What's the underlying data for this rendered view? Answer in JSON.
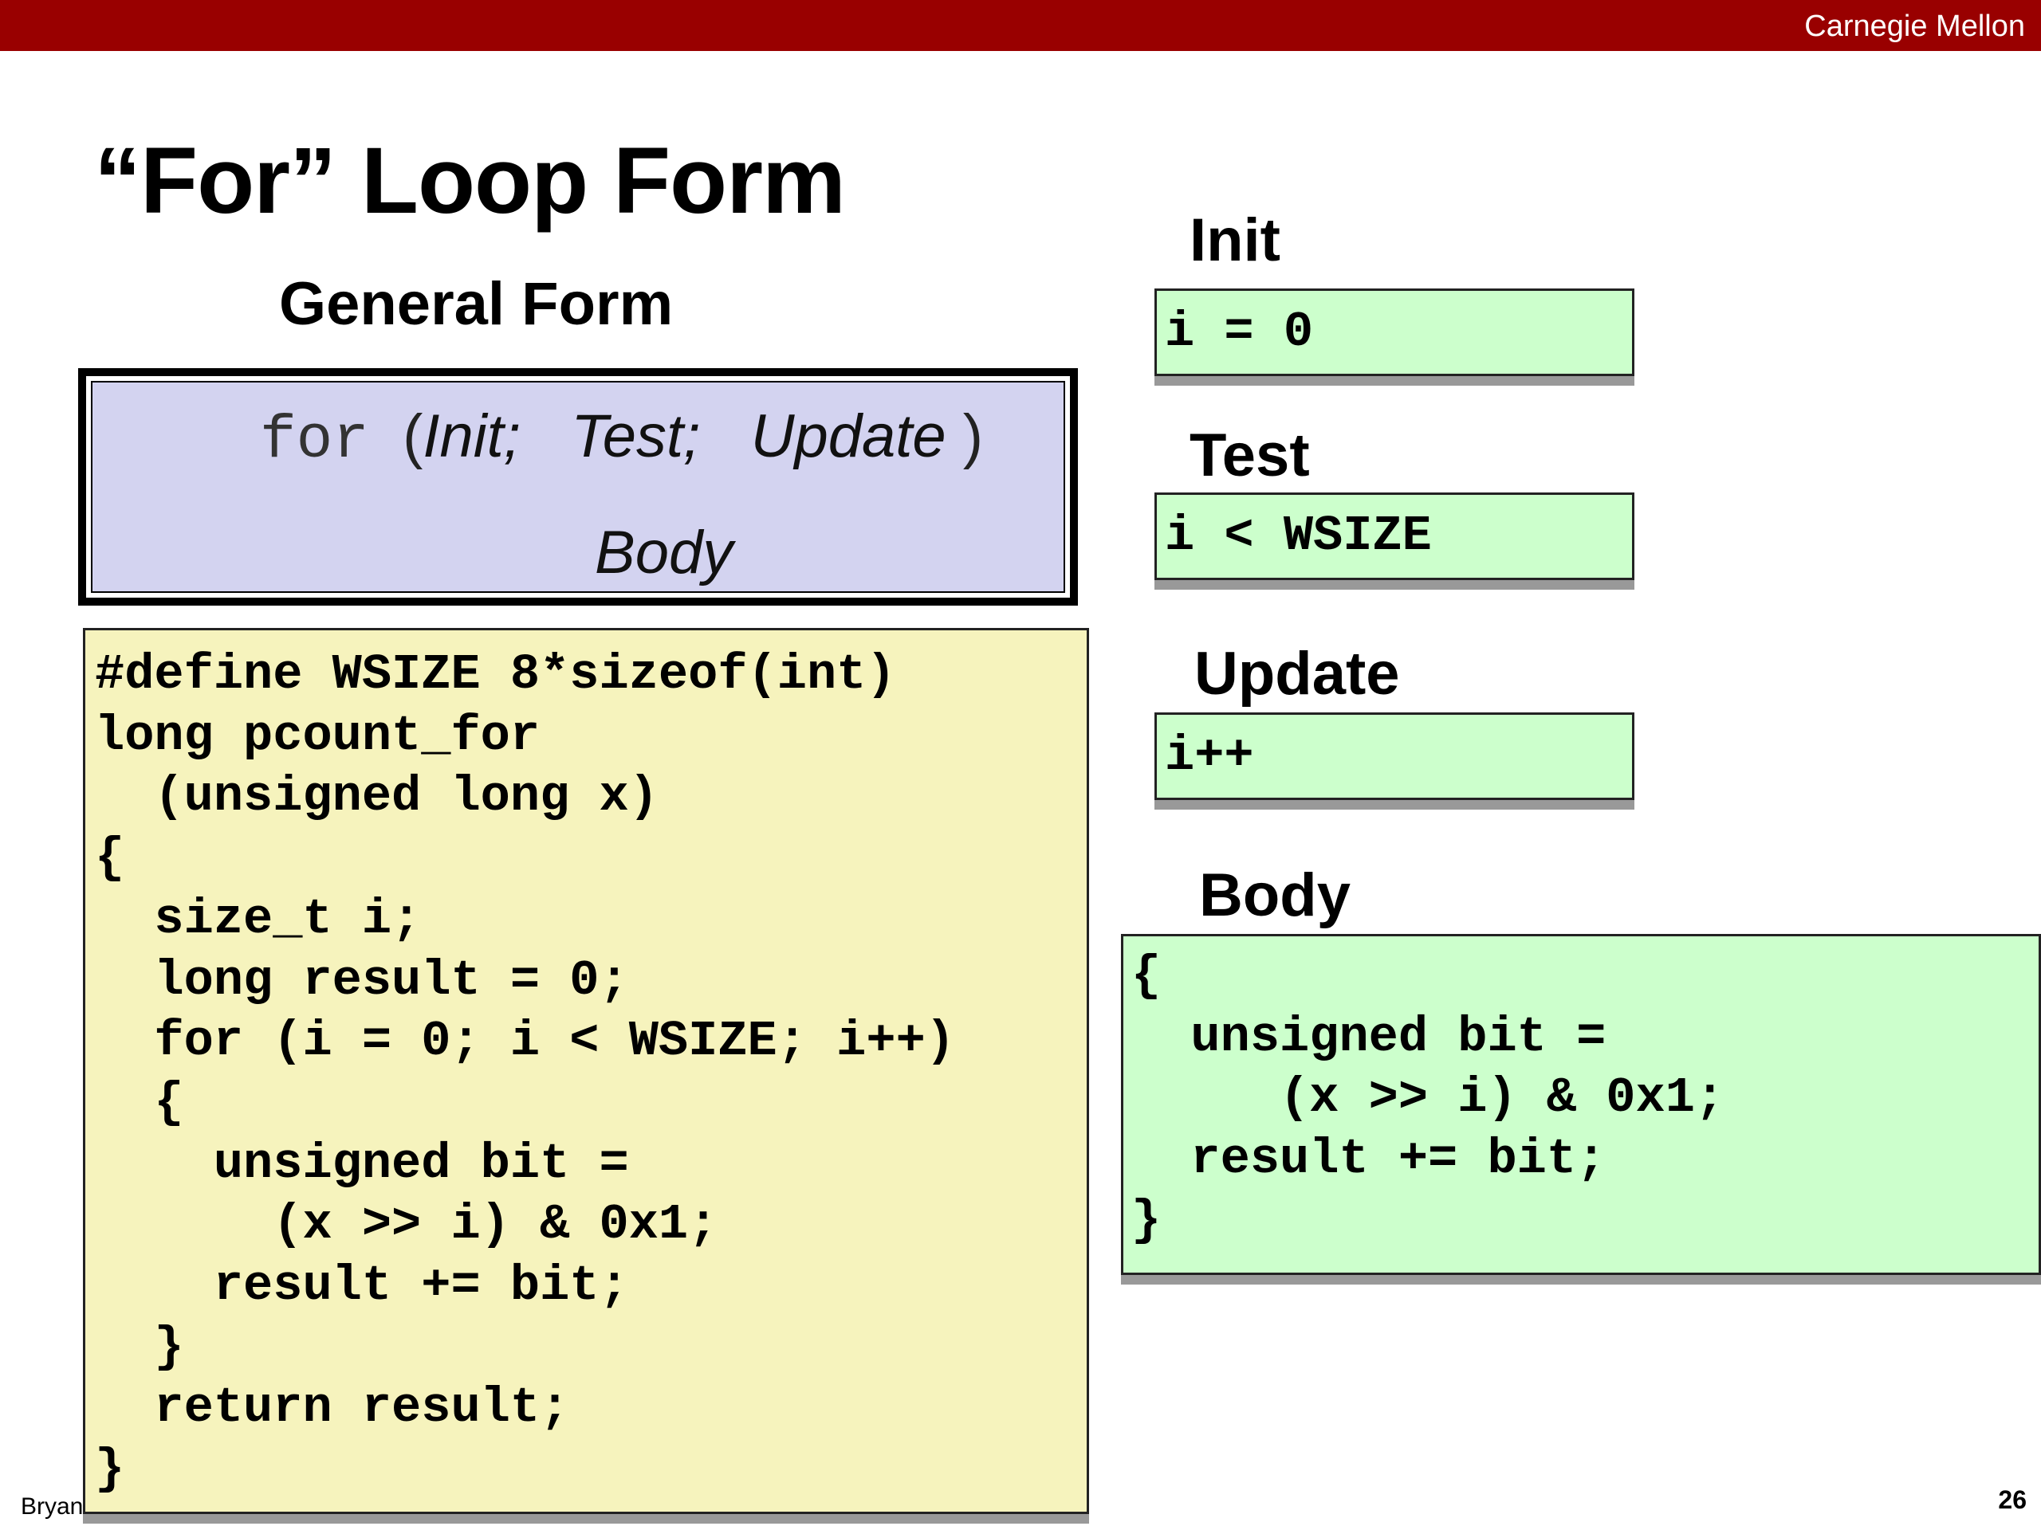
{
  "header": {
    "brand": "Carnegie Mellon",
    "banner_color": "#990000"
  },
  "slide": {
    "title": "“For” Loop Form",
    "subtitle": "General Form",
    "page_number": "26",
    "footer_fragment": "Bryan"
  },
  "general_form": {
    "keyword": "for",
    "open": "(",
    "init": "Init",
    "sep1": ";",
    "test": "Test",
    "sep2": ";",
    "update": "Update",
    "close": ")",
    "body": "Body",
    "box_color": "#d3d3f0"
  },
  "code": {
    "text": "#define WSIZE 8*sizeof(int)\nlong pcount_for\n  (unsigned long x)\n{\n  size_t i;\n  long result = 0;\n  for (i = 0; i < WSIZE; i++)\n  {\n    unsigned bit =\n      (x >> i) & 0x1;\n    result += bit;\n  }\n  return result;\n}",
    "bg_color": "#f6f3bd"
  },
  "parts": {
    "init": {
      "label": "Init",
      "code": "i = 0"
    },
    "test": {
      "label": "Test",
      "code": "i < WSIZE"
    },
    "update": {
      "label": "Update",
      "code": "i++"
    },
    "body": {
      "label": "Body",
      "code": "{\n  unsigned bit =\n     (x >> i) & 0x1;\n  result += bit;\n}"
    },
    "panel_color": "#ccffcc"
  }
}
